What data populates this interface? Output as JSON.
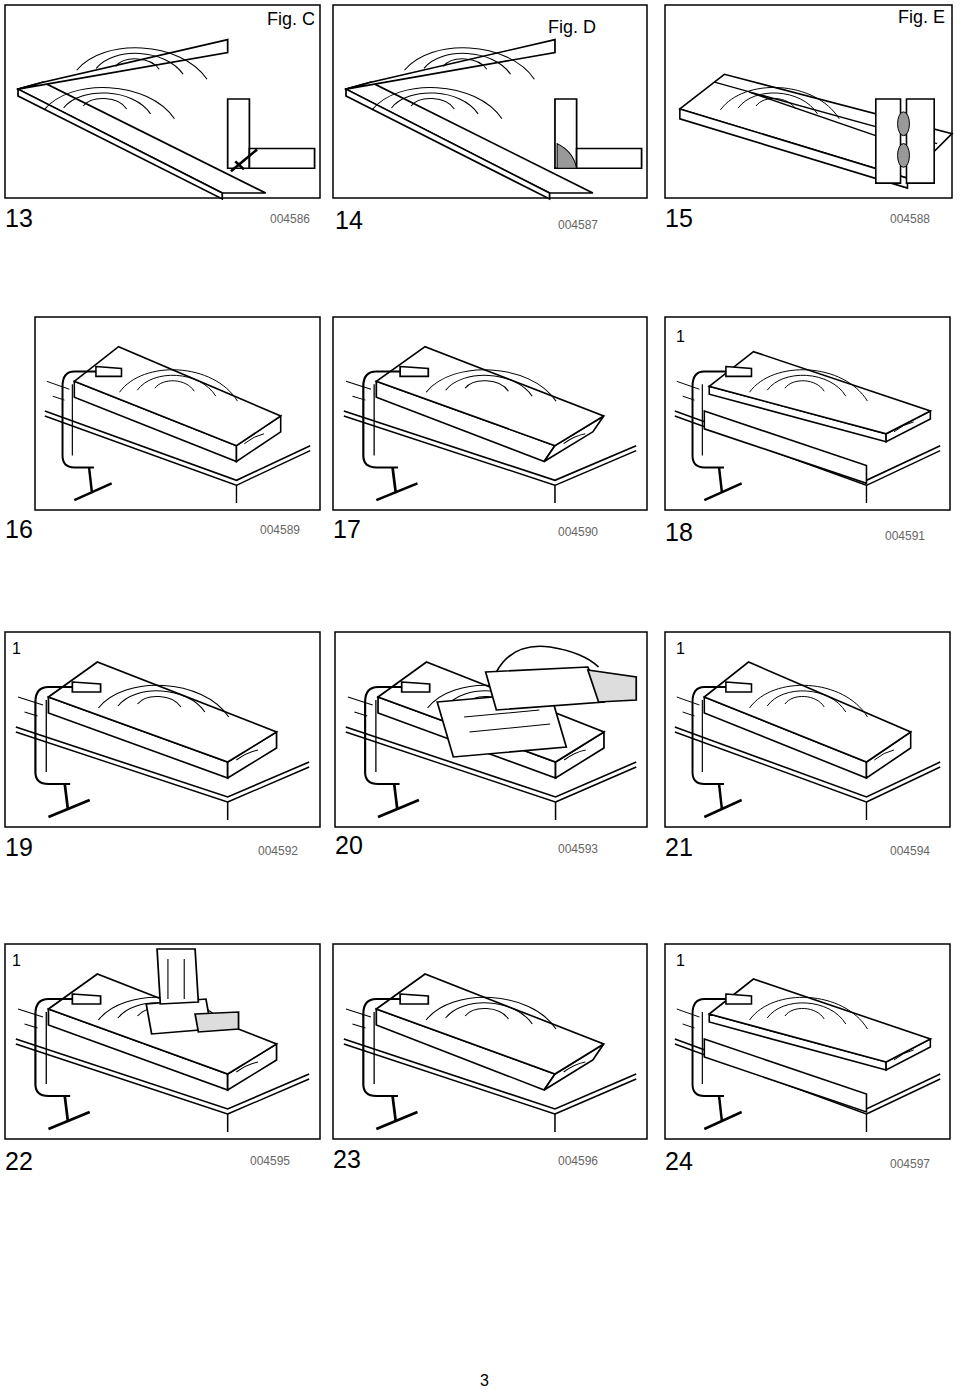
{
  "diagram": {
    "labels": [
      "Fig. C",
      "Fig. D",
      "Fig. E",
      "13",
      "004586",
      "14",
      "004587",
      "15",
      "004588",
      "16",
      "004589",
      "17",
      "004590",
      "1",
      "18",
      "004591",
      "1",
      "19",
      "004592",
      "20",
      "004593",
      "1",
      "21",
      "004594",
      "1",
      "22",
      "004595",
      "23",
      "004596",
      "1",
      "24",
      "004597",
      "3"
    ]
  }
}
